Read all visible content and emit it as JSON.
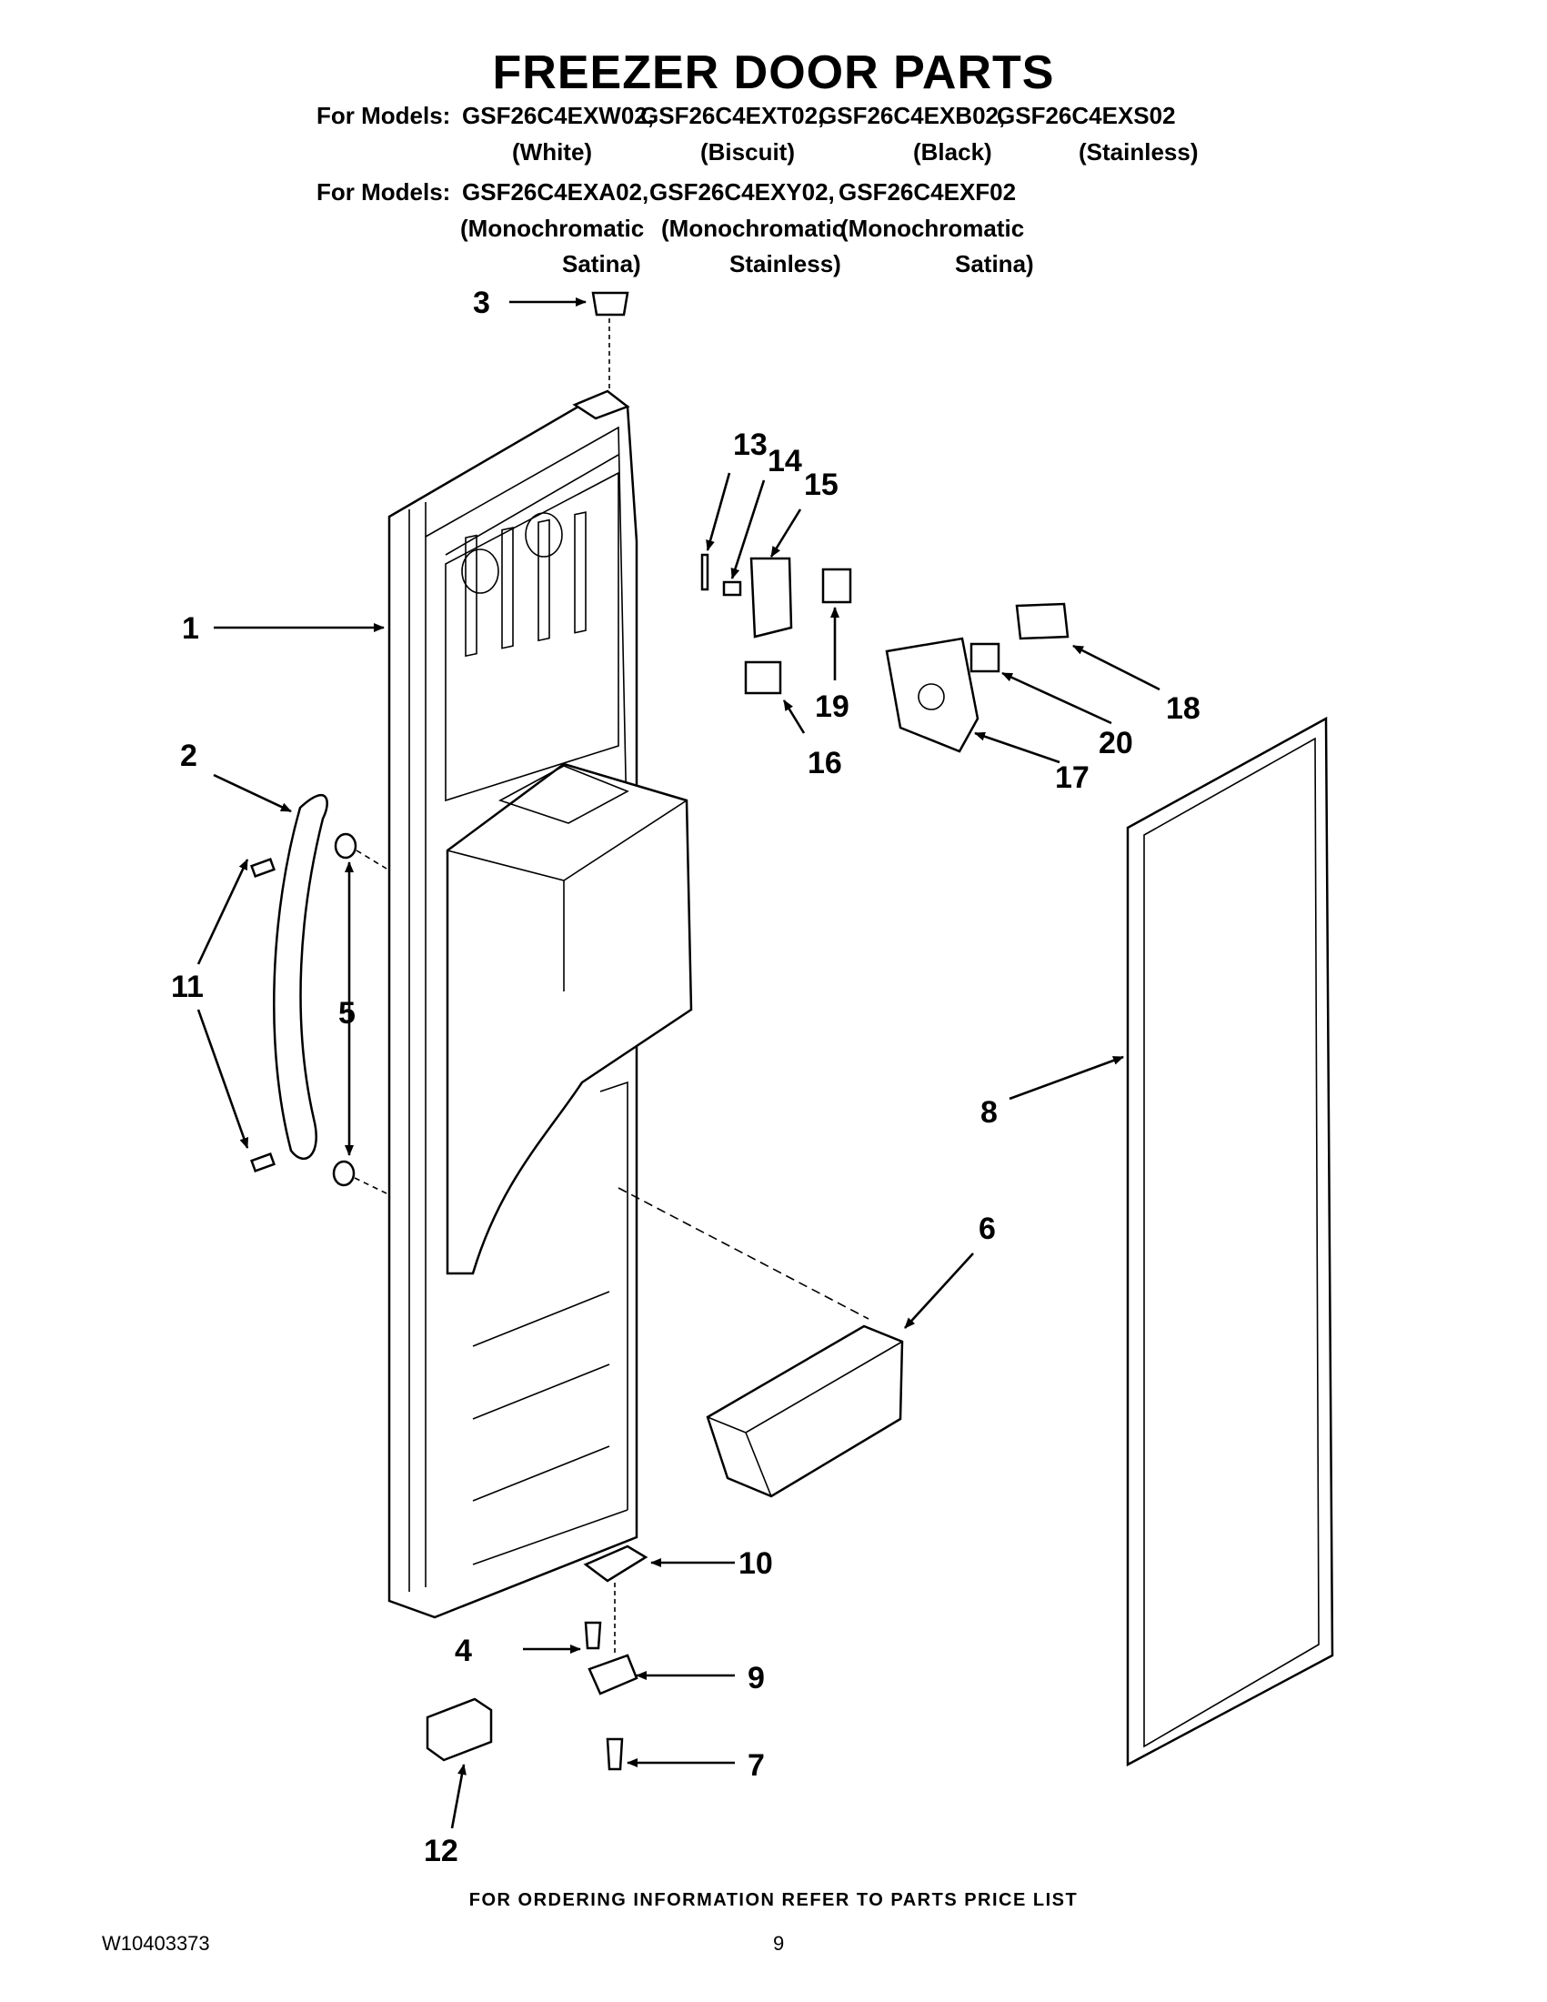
{
  "title": "FREEZER DOOR PARTS",
  "models": {
    "line1_prefix": "For Models:",
    "line1_models": [
      "GSF26C4EXW02,",
      "GSF26C4EXT02,",
      "GSF26C4EXB02,",
      "GSF26C4EXS02"
    ],
    "line1_colors": [
      "(White)",
      "(Biscuit)",
      "(Black)",
      "(Stainless)"
    ],
    "line2_prefix": "For Models:",
    "line2_models": [
      "GSF26C4EXA02,",
      "GSF26C4EXY02,",
      "GSF26C4EXF02"
    ],
    "line2_colors_a": [
      "(Monochromatic",
      "(Monochromatic",
      "(Monochromatic"
    ],
    "line2_colors_b": [
      "Satina)",
      "Stainless)",
      "Satina)"
    ]
  },
  "callouts": [
    "1",
    "2",
    "3",
    "4",
    "5",
    "6",
    "7",
    "8",
    "9",
    "10",
    "11",
    "12",
    "13",
    "14",
    "15",
    "16",
    "17",
    "18",
    "19",
    "20"
  ],
  "footer": {
    "ordering_note": "FOR ORDERING INFORMATION REFER TO PARTS PRICE LIST",
    "document_number": "W10403373",
    "page_number": "9"
  }
}
